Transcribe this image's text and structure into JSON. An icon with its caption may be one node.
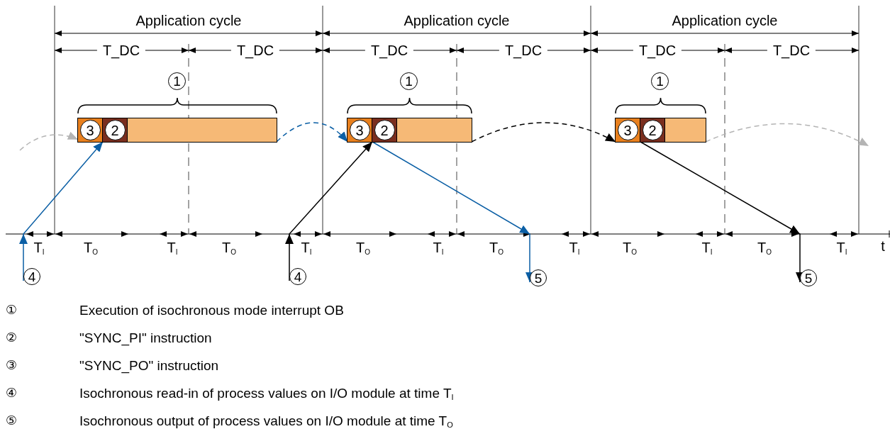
{
  "diagram": {
    "nodes": [
      {
        "text": [],
        "shape": "bar"
      },
      {
        "text": [
          "3"
        ],
        "in": 0
      },
      {
        "text": [
          "2"
        ],
        "in": 0
      },
      {
        "text": [],
        "shape": "bar"
      },
      {
        "text": [
          "3"
        ],
        "in": 3
      },
      {
        "text": [
          "2"
        ],
        "in": 3
      },
      {
        "text": [],
        "shape": "bar"
      },
      {
        "text": [
          "3"
        ],
        "in": 6
      },
      {
        "text": [
          "2"
        ],
        "in": 6
      },
      {
        "text": [
          "4"
        ]
      },
      {
        "text": [
          "4"
        ]
      },
      {
        "text": [
          "5"
        ]
      },
      {
        "text": [
          "5"
        ]
      },
      {
        "text": [
          "1"
        ]
      },
      {
        "text": [
          "1"
        ]
      },
      {
        "text": [
          "1"
        ]
      }
    ],
    "edges": [
      {
        "from": null,
        "to": 1,
        "arrow": "to",
        "style": "dashed",
        "color": "#b4b4b4"
      },
      {
        "from": 9,
        "to": 2,
        "arrow": "to",
        "color": "#0b5fa5"
      },
      {
        "from": 0,
        "to": 4,
        "arrow": "to",
        "style": "dashed",
        "color": "#0b5fa5"
      },
      {
        "from": 10,
        "to": 5,
        "arrow": "to",
        "color": "#000000"
      },
      {
        "from": 4,
        "to": 11,
        "arrow": "to",
        "color": "#0b5fa5"
      },
      {
        "from": 3,
        "to": 7,
        "arrow": "to",
        "style": "dashed",
        "color": "#000000"
      },
      {
        "from": 7,
        "to": 12,
        "arrow": "to",
        "color": "#000000"
      },
      {
        "from": 6,
        "to": null,
        "arrow": "to",
        "style": "dashed",
        "color": "#b4b4b4"
      }
    ],
    "labels": [
      "Application cycle",
      "Application cycle",
      "Application cycle",
      "T_DC",
      "T_DC",
      "T_DC",
      "T_DC",
      "T_DC",
      "T_DC",
      "T$_{I}$",
      "T$_{O}$",
      "T$_{I}$",
      "T$_{O}$",
      "T$_{I}$",
      "T$_{O}$",
      "T$_{I}$",
      "T$_{O}$",
      "T$_{I}$",
      "T$_{O}$",
      "T$_{I}$",
      "T$_{O}$",
      "T$_{I}$",
      "t",
      "①",
      "Execution of isochronous mode interrupt OB",
      "②",
      "\"SYNC_PI\" instruction",
      "③",
      "\"SYNC_PO\" instruction",
      "④",
      "Isochronous read-in of process values on I/O module at time T$_{I}$",
      "⑤",
      "Isochronous output of process values on I/O module at time T$_{O}$"
    ]
  }
}
